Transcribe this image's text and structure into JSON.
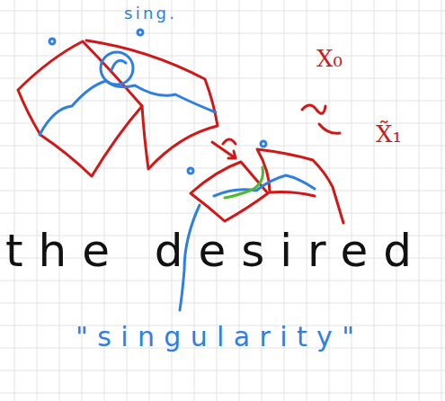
{
  "diagram": {
    "labels": [
      "sing.",
      "X₀",
      "X̃₁",
      "the desired",
      "\"singularity\""
    ]
  }
}
